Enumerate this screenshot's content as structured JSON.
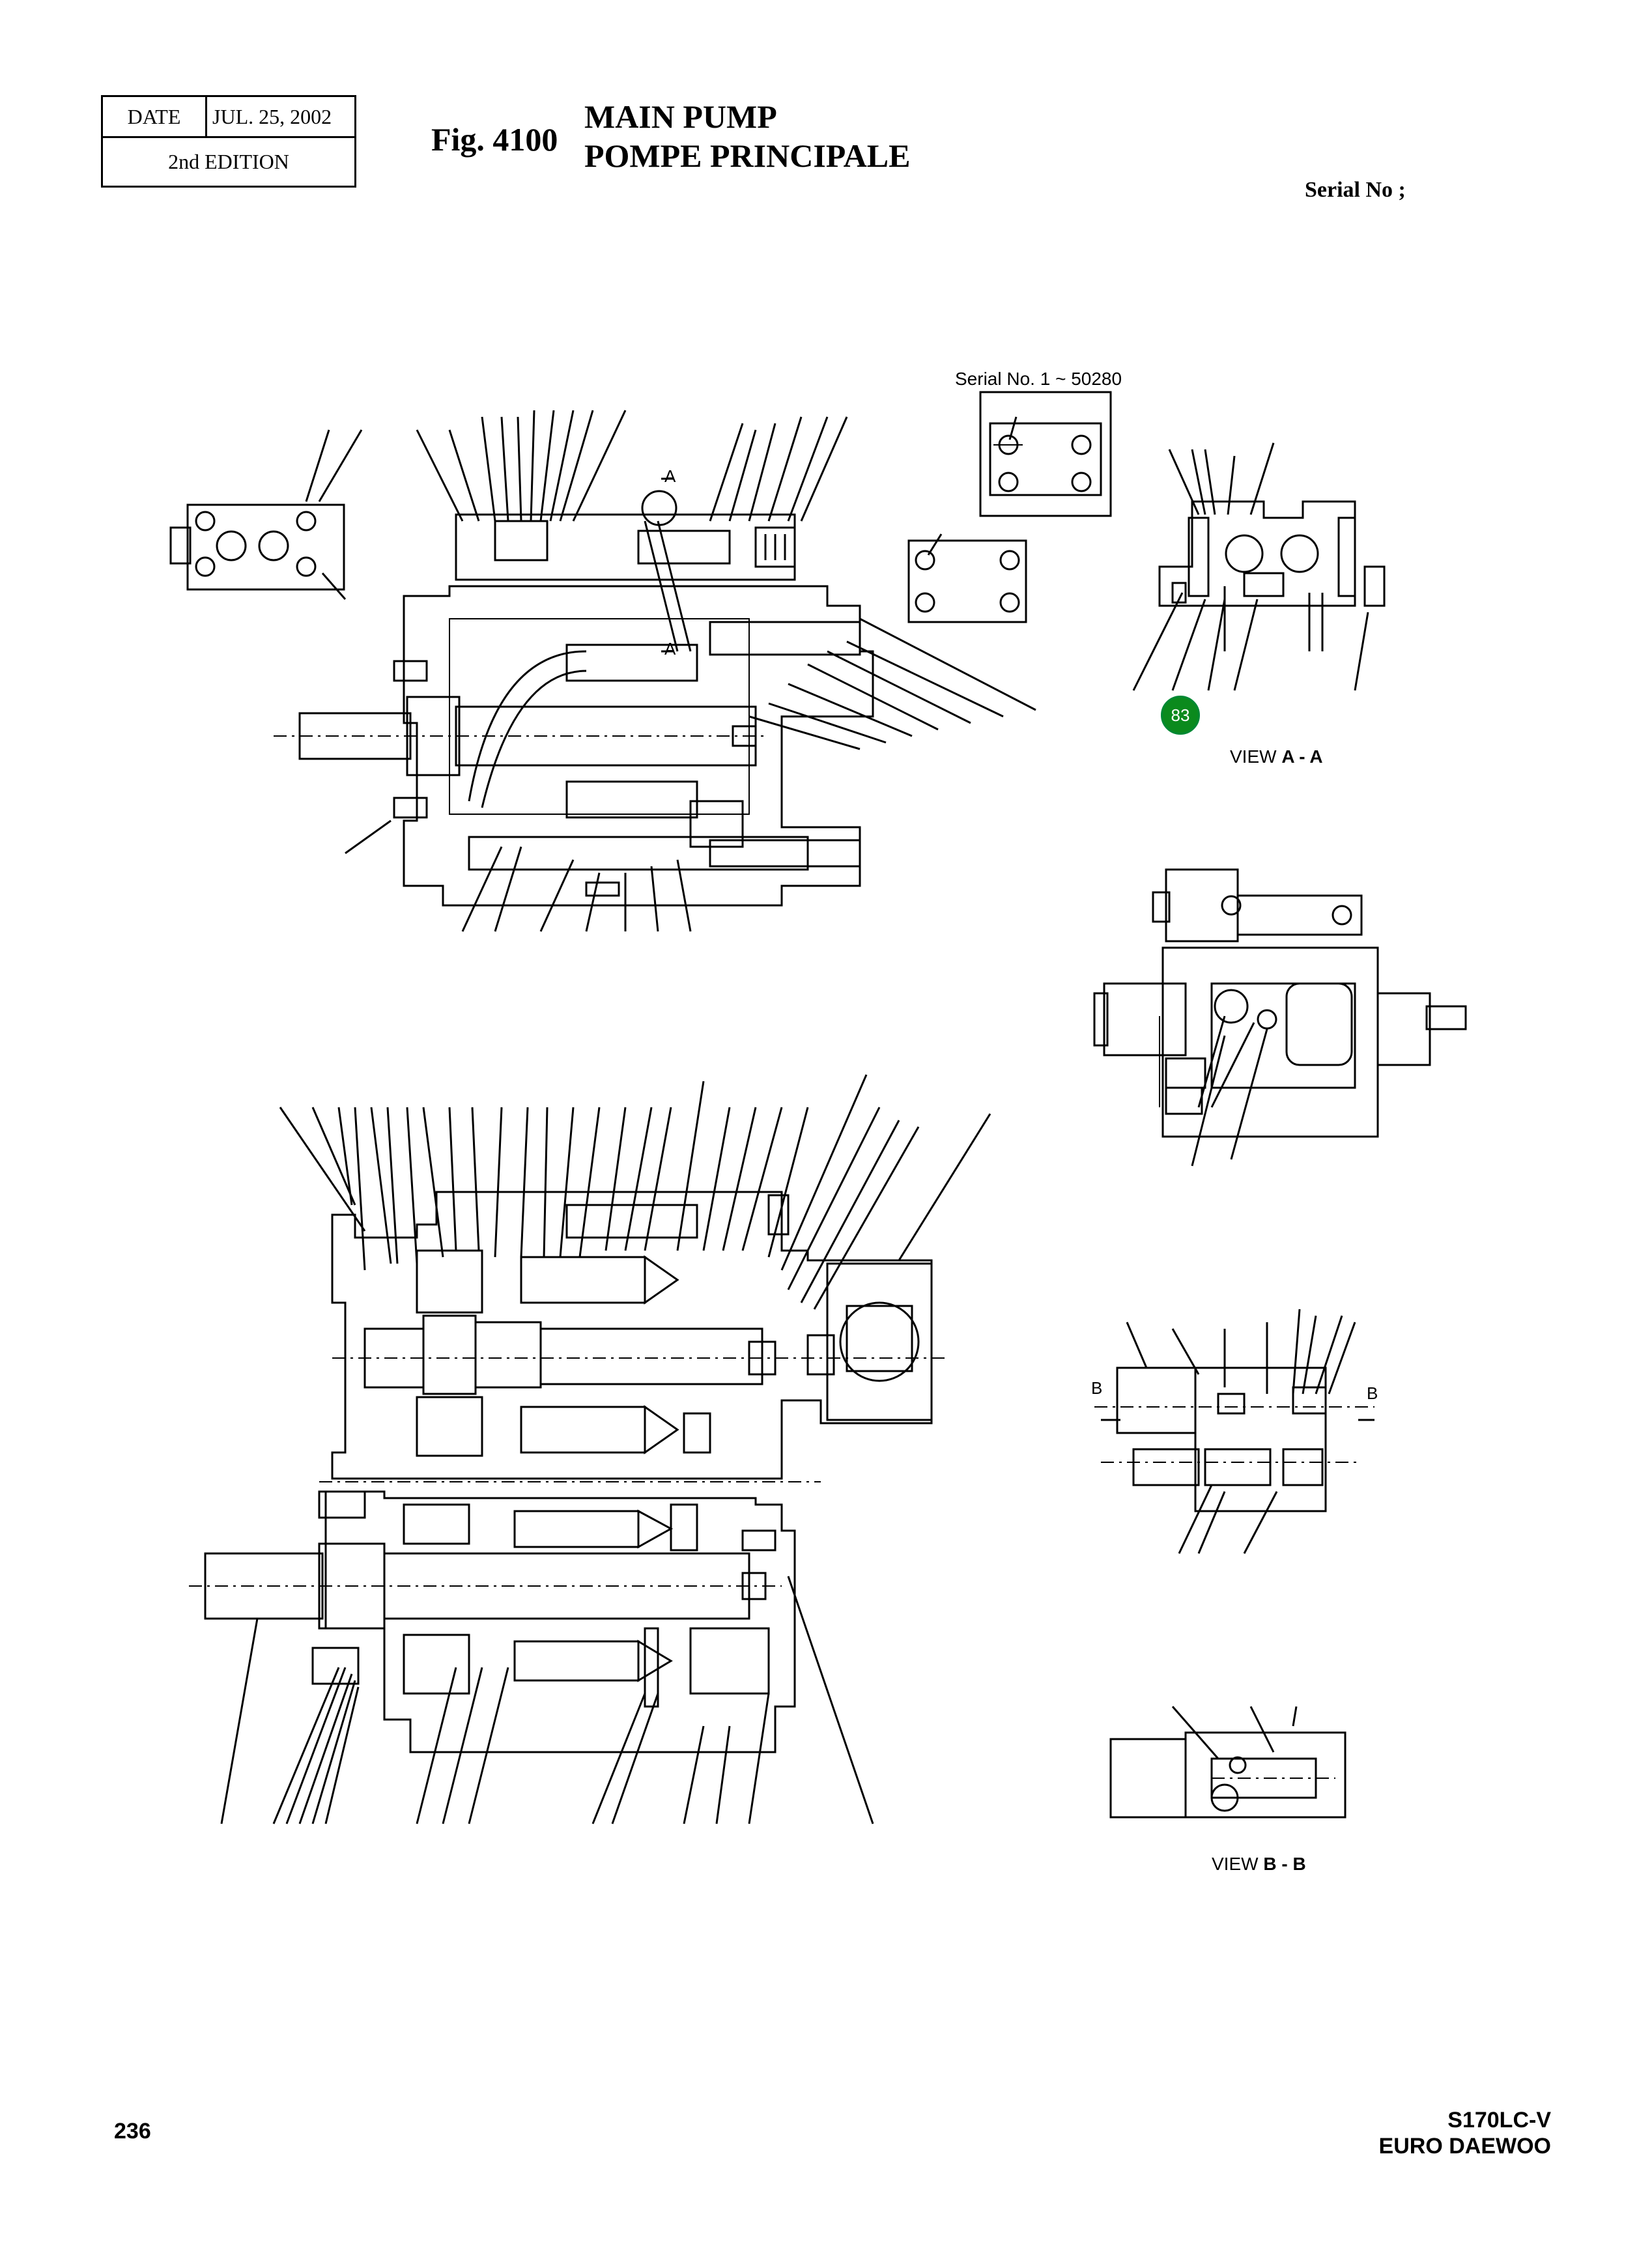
{
  "header": {
    "date_label": "DATE",
    "date_value": "JUL. 25, 2002",
    "edition": "2nd  EDITION",
    "fig_number": "Fig. 4100",
    "title_en": "MAIN PUMP",
    "title_fr": "POMPE PRINCIPALE",
    "serial_label": "Serial No ;"
  },
  "drawing": {
    "serial_range_note": "Serial No. 1 ~ 50280",
    "view_aa_prefix": "VIEW",
    "view_aa_letters": "A - A",
    "view_bb_prefix": "VIEW",
    "view_bb_letters": "B - B",
    "section_marker_a": "A",
    "section_marker_b": "B",
    "callout_badge": "83",
    "callout_badge_color": "#0b8a1d"
  },
  "footer": {
    "page_number": "236",
    "model": "S170LC-V",
    "brand": "EURO DAEWOO"
  }
}
